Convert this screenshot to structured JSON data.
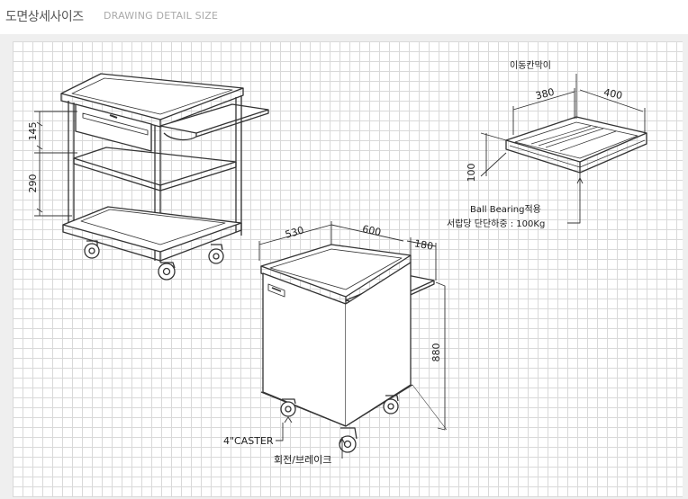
{
  "header": {
    "title_ko": "도면상세사이즈",
    "title_en": "DRAWING DETAIL SIZE"
  },
  "left_view": {
    "dim_drawer": "145",
    "dim_shelf": "290"
  },
  "right_view": {
    "dim_depth": "530",
    "dim_width": "600",
    "dim_tray": "180",
    "dim_height": "880",
    "label_caster": "4\"CASTER",
    "label_brake": "회전/브레이크"
  },
  "drawer_view": {
    "label_stopper": "이동칸막이",
    "dim_380": "380",
    "dim_400": "400",
    "dim_100": "100",
    "label_bearing": "Ball Bearing적용",
    "label_load": "서랍당 단단하중 : 100Kg"
  },
  "colors": {
    "line": "#333333",
    "grid": "#d9d9d9",
    "panel": "#efefef"
  }
}
